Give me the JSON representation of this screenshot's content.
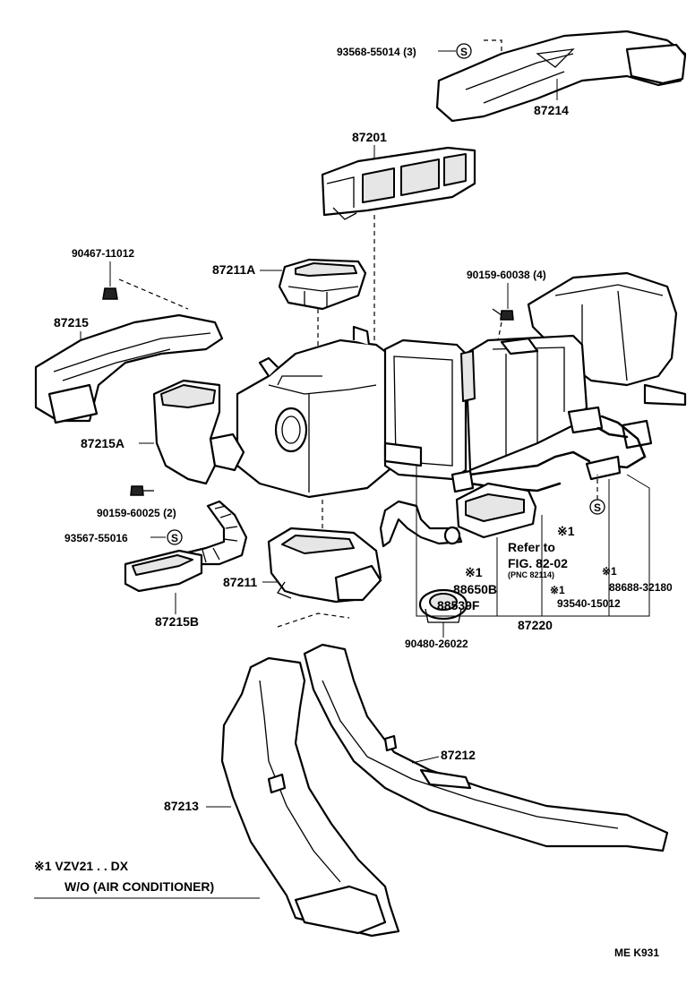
{
  "labels": {
    "p93568": "93568-55014 (3)",
    "p87214": "87214",
    "p87201": "87201",
    "p90467": "90467-11012",
    "p87211A": "87211A",
    "p90159_38": "90159-60038 (4)",
    "p87215": "87215",
    "p87215A": "87215A",
    "p90159_25": "90159-60025 (2)",
    "p93567": "93567-55016",
    "p87211": "87211",
    "p87215B": "87215B",
    "note1": "※1",
    "refer_to": "Refer to",
    "fig_ref": "FIG. 82-02",
    "pnc_ref": "(PNC 82114)",
    "note2": "※1",
    "p88650B": "88650B",
    "p88539F": "88539F",
    "note3": "※1",
    "p93540": "93540-15012",
    "note4": "※1",
    "p88688": "88688-32180",
    "p87220": "87220",
    "p90480": "90480-26022",
    "p87212": "87212",
    "p87213": "87213",
    "s_symbol": "S"
  },
  "legend": {
    "line1": "※1 VZV21 . . DX",
    "line2": "W/O (AIR  CONDITIONER)"
  },
  "footer_code": "ME  K931"
}
